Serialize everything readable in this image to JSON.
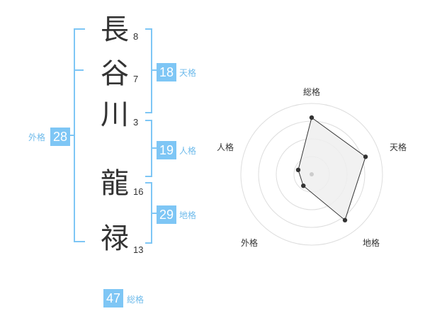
{
  "characters": [
    {
      "char": "長",
      "strokes": "8"
    },
    {
      "char": "谷",
      "strokes": "7"
    },
    {
      "char": "川",
      "strokes": "3"
    },
    {
      "char": "龍",
      "strokes": "16"
    },
    {
      "char": "禄",
      "strokes": "13"
    }
  ],
  "kakusu": {
    "tenkaku": {
      "value": "18",
      "label": "天格"
    },
    "jinkaku": {
      "value": "19",
      "label": "人格"
    },
    "chikaku": {
      "value": "29",
      "label": "地格"
    },
    "gaikaku": {
      "value": "28",
      "label": "外格"
    },
    "soukaku": {
      "value": "47",
      "label": "総格"
    }
  },
  "chart_data": {
    "type": "radar",
    "axes": [
      "総格",
      "天格",
      "地格",
      "外格",
      "人格"
    ],
    "values": [
      4,
      4,
      4,
      1,
      1
    ],
    "max": 5,
    "rings": 4,
    "colors": {
      "fill": "#eeeeee",
      "stroke": "#333333",
      "ring": "#dddddd",
      "point": "#333333"
    }
  }
}
